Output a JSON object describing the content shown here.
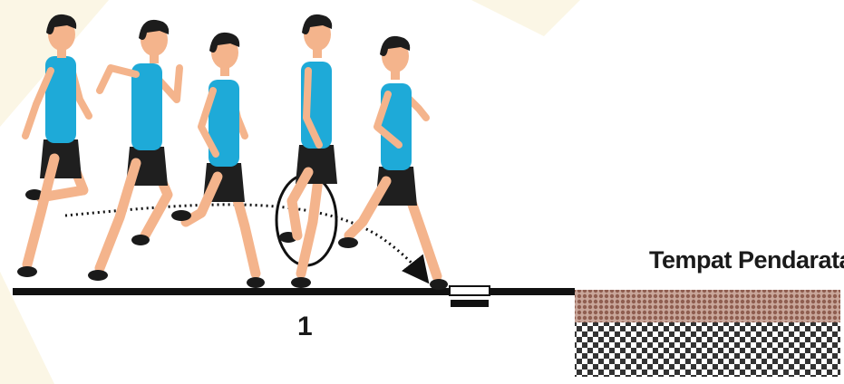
{
  "labels": {
    "step_number": "1",
    "landing_area": "Tempat Pendaratan"
  },
  "figures": [
    {
      "name": "runner-1"
    },
    {
      "name": "runner-2"
    },
    {
      "name": "runner-3"
    },
    {
      "name": "runner-4-takeoff"
    },
    {
      "name": "runner-5"
    }
  ],
  "colors": {
    "shirt": "#1eaad8",
    "shorts": "#1f1f1f",
    "skin": "#f4b48c",
    "hair": "#1c1c1c",
    "track": "#111111",
    "sand": "#a5786a",
    "checker": "#3a3a3a",
    "watermark": "#f6ecc4"
  }
}
